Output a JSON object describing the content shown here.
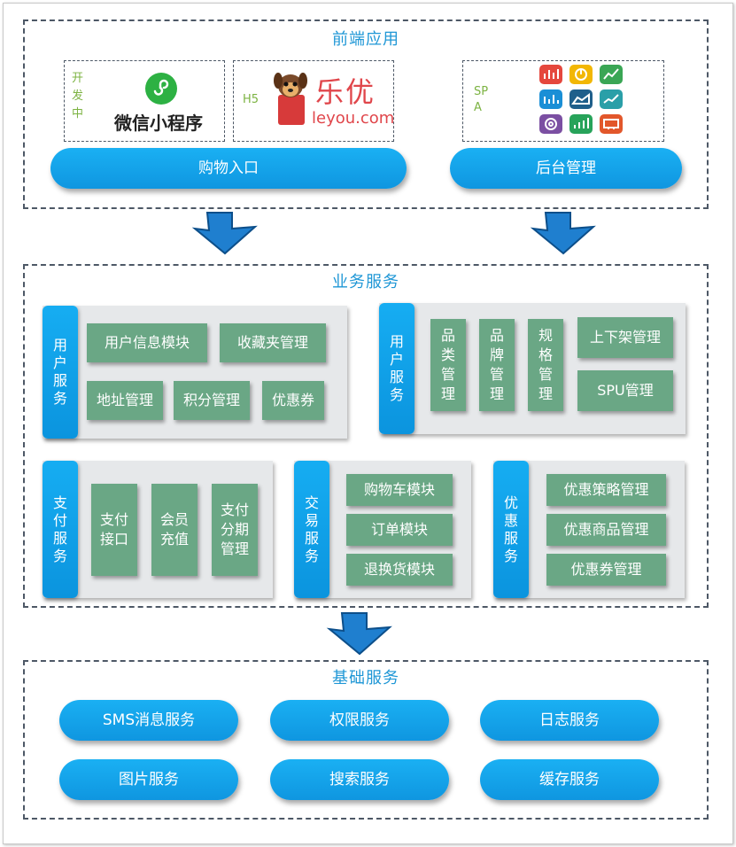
{
  "frontend": {
    "title": "前端应用",
    "dev_label": "开发中",
    "wechat_text": "微信小程序",
    "h5_label": "H5",
    "leyou_cn": "乐优",
    "leyou_en": "leyou.com",
    "spa_label": "SPA",
    "shopping_entry": "购物入口",
    "admin": "后台管理"
  },
  "business": {
    "title": "业务服务",
    "user_tag": "用户服务",
    "user_modules": [
      "用户信息模块",
      "收藏夹管理",
      "地址管理",
      "积分管理",
      "优惠券"
    ],
    "goods_tag": "用户服务",
    "goods_modules": [
      "品类管理",
      "品牌管理",
      "规格管理",
      "上下架管理",
      "SPU管理"
    ],
    "pay_tag": "支付服务",
    "pay_modules": [
      "支付接口",
      "会员充值",
      "支付分期管理"
    ],
    "trade_tag": "交易服务",
    "trade_modules": [
      "购物车模块",
      "订单模块",
      "退换货模块"
    ],
    "promo_tag": "优惠服务",
    "promo_modules": [
      "优惠策略管理",
      "优惠商品管理",
      "优惠券管理"
    ]
  },
  "base": {
    "title": "基础服务",
    "services": [
      "SMS消息服务",
      "权限服务",
      "日志服务",
      "图片服务",
      "搜索服务",
      "缓存服务"
    ]
  },
  "colors": {
    "accent": "#1f97d6",
    "pill": "#0f96e0",
    "module": "#6aa785",
    "panel": "#e6e8ea"
  },
  "icons": [
    "bar-chart-icon",
    "pie-chart-icon",
    "line-chart-icon",
    "column-chart-icon",
    "area-chart-icon",
    "trend-chart-icon",
    "donut-chart-icon",
    "growth-chart-icon",
    "dashboard-icon"
  ]
}
